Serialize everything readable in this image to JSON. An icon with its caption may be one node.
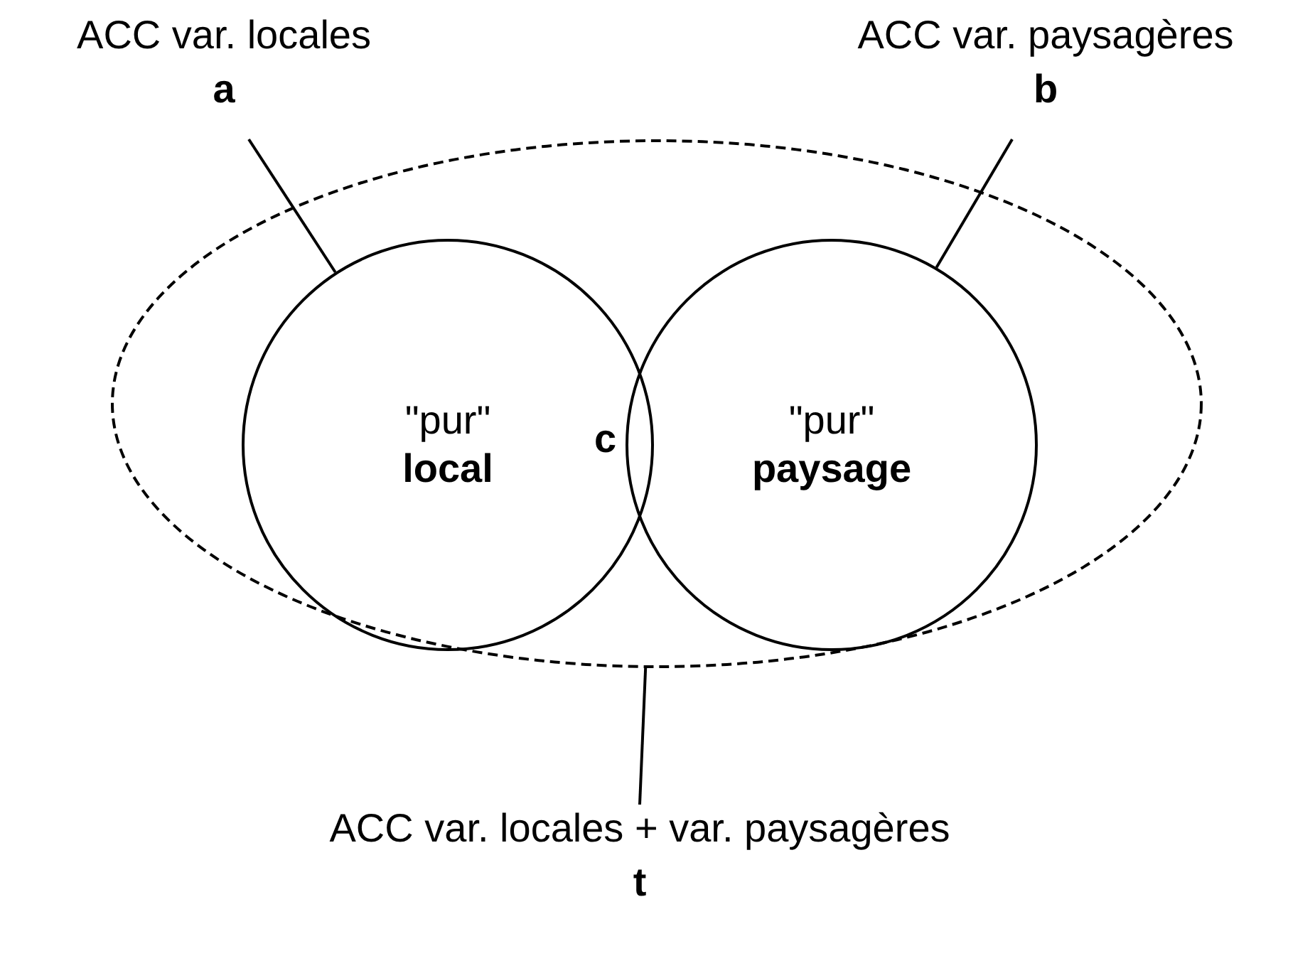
{
  "diagram": {
    "nodes": [
      {
        "text": [
          "ACC var. locales",
          "a"
        ]
      },
      {
        "text": [
          "ACC var. paysagères",
          "b"
        ]
      },
      {
        "text": [],
        "shape": "ellipse"
      },
      {
        "text": [
          "\"pur\"",
          "local"
        ],
        "in": 2
      },
      {
        "text": [
          "\"pur\"",
          "paysage"
        ],
        "in": 2
      },
      {
        "text": [
          "ACC var. locales + var. paysagères",
          "t"
        ]
      }
    ],
    "edges": [
      {
        "from": 0,
        "to": 3,
        "arrow": "none"
      },
      {
        "from": 1,
        "to": 4,
        "arrow": "none"
      },
      {
        "from": 5,
        "to": 2,
        "arrow": "none"
      }
    ],
    "labels": [
      "c"
    ]
  }
}
